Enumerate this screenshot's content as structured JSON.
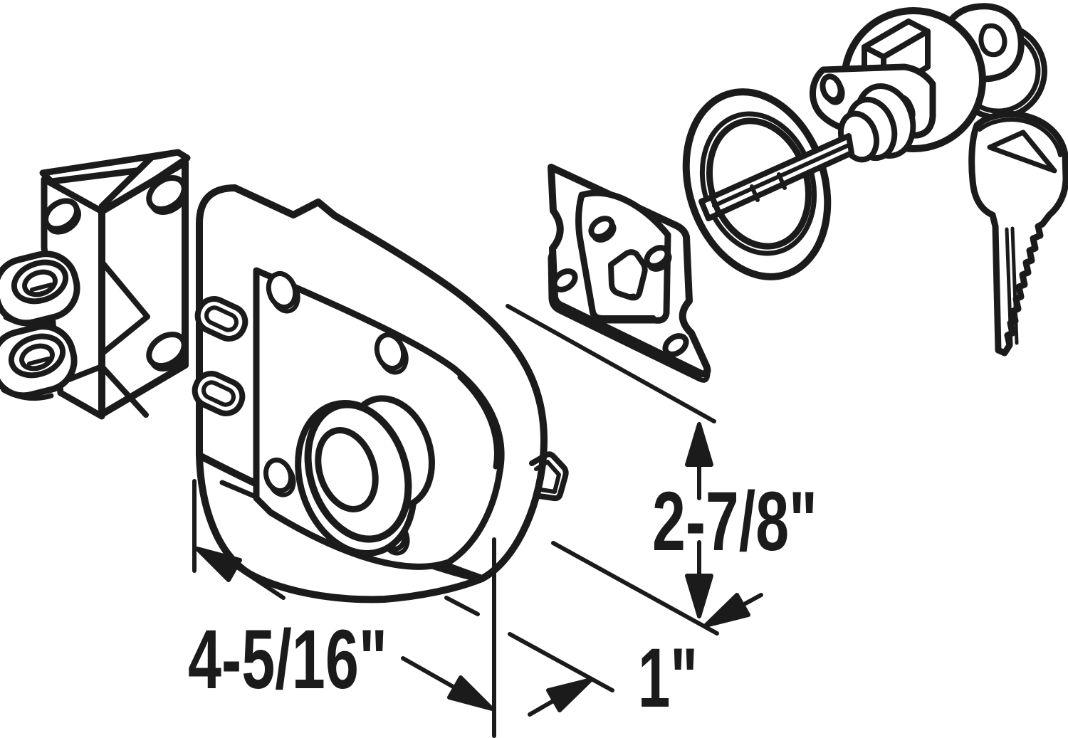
{
  "page": {
    "background": "#ffffff",
    "stroke_color": "#1b1b1b"
  },
  "diagram": {
    "type": "exploded-parts-line-drawing",
    "subject": "Jimmy-resistant deadbolt lock set, exploded isometric view with dimensions",
    "parts": [
      "strike-bracket",
      "lock-body",
      "mounting-plate",
      "trim-ring",
      "spindle-bar",
      "lock-cylinder",
      "keys-on-ring"
    ]
  },
  "dimension_labels": {
    "width": "4-5/16\"",
    "height": "2-7/8\"",
    "offset": "1\""
  }
}
